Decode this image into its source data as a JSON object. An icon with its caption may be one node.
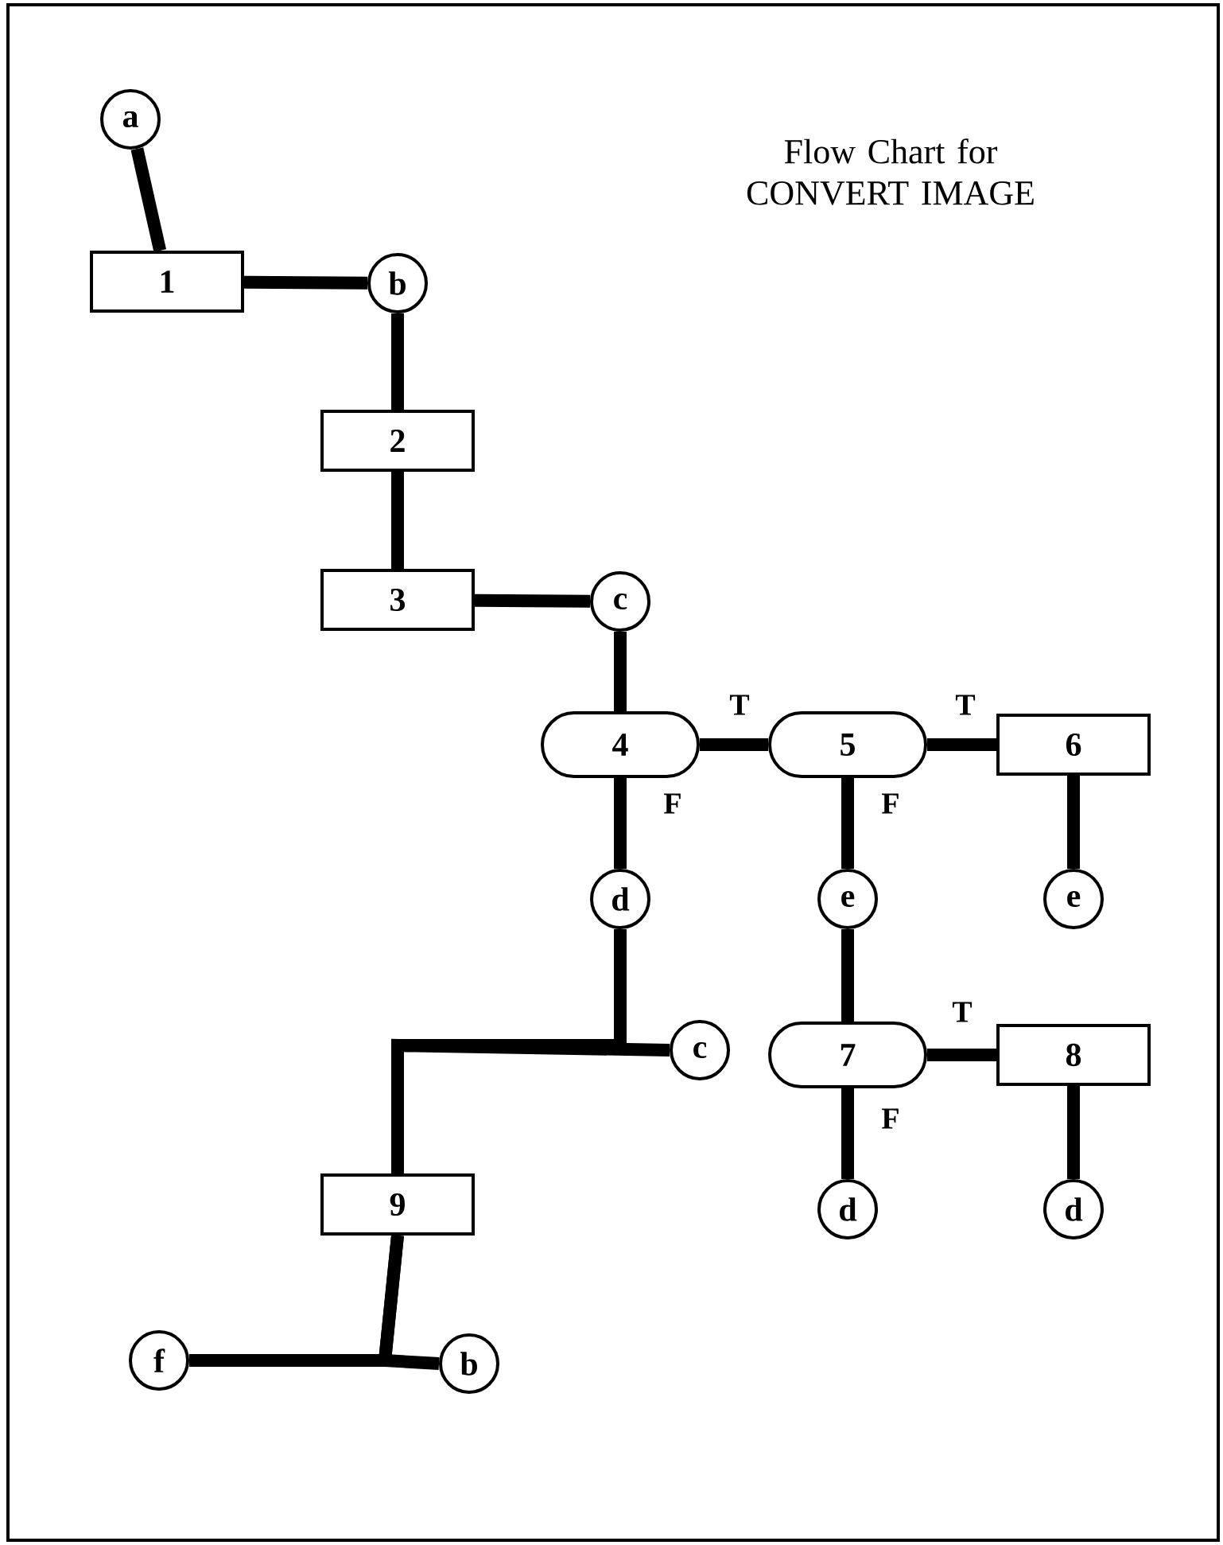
{
  "diagram": {
    "title": "Flow Chart for CONVERT IMAGE",
    "nodes": [
      {
        "text": [
          "a"
        ]
      },
      {
        "text": [
          "1"
        ]
      },
      {
        "text": [
          "b"
        ]
      },
      {
        "text": [
          "2"
        ]
      },
      {
        "text": [
          "3"
        ]
      },
      {
        "text": [
          "c"
        ]
      },
      {
        "text": [
          "4"
        ]
      },
      {
        "text": [
          "5"
        ]
      },
      {
        "text": [
          "6"
        ]
      },
      {
        "text": [
          "d"
        ]
      },
      {
        "text": [
          "e"
        ]
      },
      {
        "text": [
          "e"
        ]
      },
      {
        "text": [
          "7"
        ]
      },
      {
        "text": [
          "8"
        ]
      },
      {
        "text": [
          "c"
        ]
      },
      {
        "text": [
          "d"
        ]
      },
      {
        "text": [
          "d"
        ]
      },
      {
        "text": [
          "9"
        ]
      },
      {
        "text": [
          "f"
        ]
      },
      {
        "text": [
          "b"
        ]
      }
    ],
    "edges": [
      {
        "from": 0,
        "to": 1,
        "arrow": "none"
      },
      {
        "from": 1,
        "to": 2,
        "arrow": "none"
      },
      {
        "from": 2,
        "to": 3,
        "arrow": "none"
      },
      {
        "from": 3,
        "to": 4,
        "arrow": "none"
      },
      {
        "from": 4,
        "to": 5,
        "arrow": "none"
      },
      {
        "from": 5,
        "to": 6,
        "arrow": "none"
      },
      {
        "from": 6,
        "to": 7,
        "arrow": "none",
        "label": "T"
      },
      {
        "from": 7,
        "to": 8,
        "arrow": "none",
        "label": "T"
      },
      {
        "from": 6,
        "to": 9,
        "arrow": "none",
        "label": "F"
      },
      {
        "from": 7,
        "to": 10,
        "arrow": "none",
        "label": "F"
      },
      {
        "from": 8,
        "to": 11,
        "arrow": "none"
      },
      {
        "from": 10,
        "to": 12,
        "arrow": "none"
      },
      {
        "from": 12,
        "to": 13,
        "arrow": "none",
        "label": "T"
      },
      {
        "from": 12,
        "to": 15,
        "arrow": "none",
        "label": "F"
      },
      {
        "from": 13,
        "to": 16,
        "arrow": "none"
      },
      {
        "from": 9,
        "to": 17,
        "arrow": "none"
      },
      {
        "from": 14,
        "to": 17,
        "arrow": "none"
      },
      {
        "from": 17,
        "to": 18,
        "arrow": "none"
      },
      {
        "from": 17,
        "to": 19,
        "arrow": "none"
      }
    ]
  }
}
